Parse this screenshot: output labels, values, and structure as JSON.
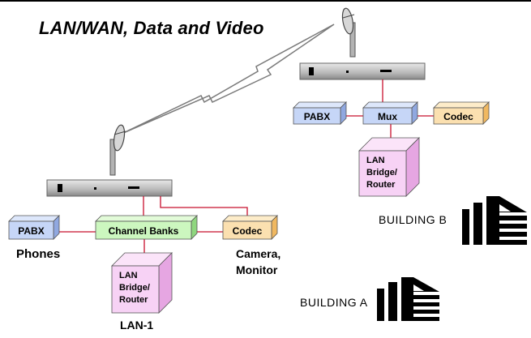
{
  "title": "LAN/WAN, Data and Video",
  "building_a": {
    "label": "BUILDING A",
    "devices": {
      "pabx": "PABX",
      "channel_banks": "Channel Banks",
      "codec": "Codec",
      "lan_box": [
        "LAN",
        "Bridge/",
        "Router"
      ]
    },
    "captions": {
      "phones": "Phones",
      "camera_monitor": [
        "Camera,",
        "Monitor"
      ],
      "lan": "LAN-1"
    }
  },
  "building_b": {
    "label": "BUILDING B",
    "devices": {
      "pabx": "PABX",
      "mux": "Mux",
      "codec": "Codec",
      "lan_box": [
        "LAN",
        "Bridge/",
        "Router"
      ]
    }
  },
  "colors": {
    "pabx_face": "#c6d6f7",
    "pabx_side": "#90a8e0",
    "channel_banks_face": "#ccf7bf",
    "channel_banks_side": "#8fd77f",
    "codec_face": "#fbe0b0",
    "codec_side": "#f0b860",
    "lan_box_face": "#f7d2f5",
    "lan_box_side": "#e6a6e2",
    "link_line": "#c8102e",
    "radio_bar": "#b0b0b0"
  }
}
